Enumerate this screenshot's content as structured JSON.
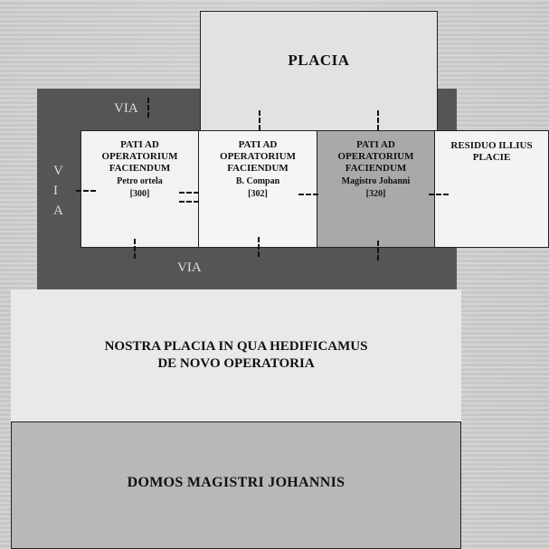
{
  "placia": "PLACIA",
  "via_top": "VIA",
  "via_left": [
    "V",
    "I",
    "A"
  ],
  "via_bottom": "VIA",
  "shops": [
    {
      "lines": [
        "PATI AD",
        "OPERATORIUM",
        "FACIENDUM"
      ],
      "person": "Petro ortela",
      "number": "[300]"
    },
    {
      "lines": [
        "PATI AD",
        "OPERATORIUM",
        "FACIENDUM"
      ],
      "person": "B.  Compan",
      "number": "[302]"
    },
    {
      "lines": [
        "PATI AD",
        "OPERATORIUM",
        "FACIENDUM"
      ],
      "person": "Magistro Johanni",
      "number": "[320]"
    }
  ],
  "residuo": [
    "RESIDUO ILLIUS",
    "PLACIE"
  ],
  "nostra": [
    "NOSTRA PLACIA IN QUA HEDIFICAMUS",
    "DE NOVO OPERATORIA"
  ],
  "domos": "DOMOS MAGISTRI JOHANNIS",
  "colors": {
    "via": "#555555",
    "placia": "#e2e2e2",
    "shop_highlight": "#a9a9a9",
    "domos": "#b8b8b8"
  }
}
